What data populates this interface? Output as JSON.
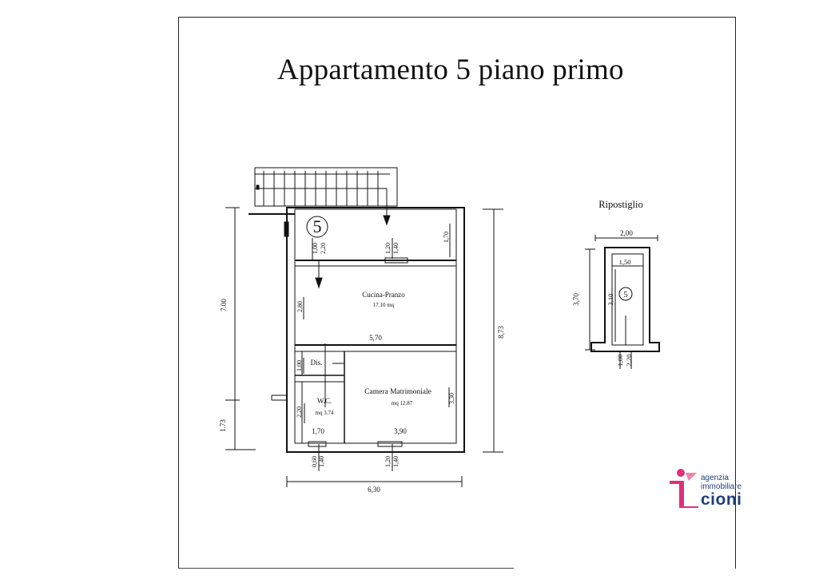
{
  "title": "Appartamento 5 piano primo",
  "storage": {
    "heading": "Ripostiglio",
    "unit_number": "5",
    "dims": {
      "top_width": "2,00",
      "inner_width": "1,50",
      "outer_height": "3,70",
      "inner_height": "3,10",
      "door_width": "1,00",
      "door_height": "2,20"
    }
  },
  "apartment": {
    "unit_number": "5",
    "rooms": {
      "kitchen_name": "Cucina-Pranzo",
      "kitchen_area": "17.10 mq",
      "bedroom_name": "Camera Matrimoniale",
      "bedroom_area": "mq 12.87",
      "wc_name": "W.C.",
      "wc_area": "mq 3.74",
      "dis_name": "Dis."
    },
    "dims": {
      "left_upper": "7.00",
      "left_lower": "1.73",
      "right_total": "8,73",
      "bottom_total": "6,30",
      "entry_door_w": "1,00",
      "entry_door_h": "2,20",
      "balcony_door_w": "1,20",
      "balcony_door_h": "1,40",
      "balcony_depth": "1,70",
      "kitchen_height": "2,80",
      "kitchen_width": "5,70",
      "dis_height": "1,00",
      "wc_height": "2,20",
      "wc_width": "1,70",
      "bedroom_width": "3,90",
      "bedroom_height": "3,30",
      "win1_w": "0,60",
      "win1_h": "1,40",
      "win2_w": "1,20",
      "win2_h": "1,40"
    }
  },
  "logo": {
    "line1": "agenzia",
    "line2": "immobiliare",
    "line3": "cioni",
    "color_text": "#20407a",
    "color_accent": "#e0307a"
  }
}
